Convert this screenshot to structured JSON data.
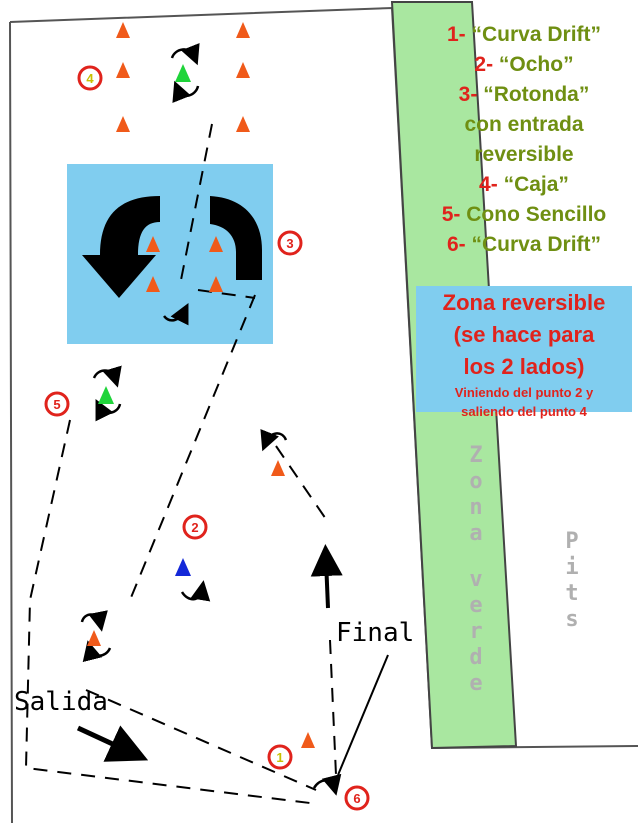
{
  "legend": [
    {
      "num": "1-",
      "text": "“Curva Drift”"
    },
    {
      "num": "2-",
      "text": "“Ocho”"
    },
    {
      "num": "3-",
      "text": "“Rotonda”"
    },
    {
      "num": "",
      "text": "con entrada"
    },
    {
      "num": "",
      "text": "reversible"
    },
    {
      "num": "4-",
      "text": "“Caja”"
    },
    {
      "num": "5-",
      "text": "Cono Sencillo"
    },
    {
      "num": "6-",
      "text": "“Curva Drift”"
    }
  ],
  "zone_box": {
    "title_lines": [
      "Zona reversible",
      "(se hace para",
      "los 2 lados)"
    ],
    "sub_lines": [
      "Viniendo del punto 2 y",
      "saliendo del punto 4"
    ]
  },
  "labels": {
    "start": "Salida",
    "finish": "Final",
    "green_zone": [
      "Z",
      "o",
      "n",
      "a",
      "v",
      "e",
      "r",
      "d",
      "e"
    ],
    "pits": [
      "P",
      "i",
      "t",
      "s"
    ]
  },
  "markers": {
    "m1": "1",
    "m2": "2",
    "m3": "3",
    "m4": "4",
    "m5": "5",
    "m6": "6"
  },
  "colors": {
    "green_zone": "#a9e7a0",
    "reversible_zone": "#80cdef",
    "cone_orange": "#f05a1a",
    "cone_green": "#1fd43a",
    "cone_blue": "#1428d8",
    "marker_red": "#e0231c"
  }
}
